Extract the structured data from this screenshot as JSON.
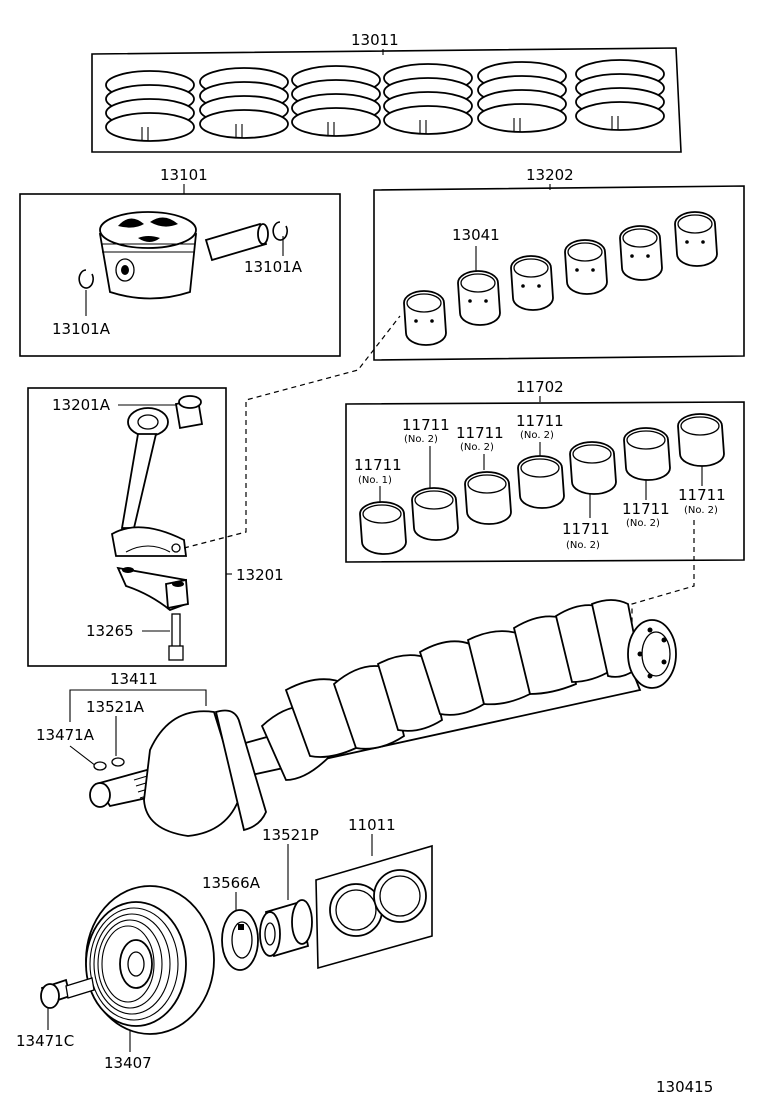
{
  "catalog_number": "130415",
  "parts": {
    "piston_ring_set": "13011",
    "piston_sub_assy": "13101",
    "piston_pin_snap_ring": "13101A",
    "rod_bearing_set": "13202",
    "rod_bearing": "13041",
    "conrod_bush": "13201A",
    "conrod_sub_assy": "13201",
    "conrod_bolt": "13265",
    "main_bearing_set": "11702",
    "main_bearing": "11711",
    "crankshaft": "13411",
    "crank_key_a": "13521A",
    "crank_plug": "13471A",
    "oil_pump_drive_gear": "13521P",
    "crank_timing_gear_key": "13566A",
    "gasket_kit": "11011",
    "pulley_bolt": "13471C",
    "crank_pulley": "13407"
  },
  "bearing_notes": {
    "no1": "(No. 1)",
    "no2": "(No. 2)"
  }
}
